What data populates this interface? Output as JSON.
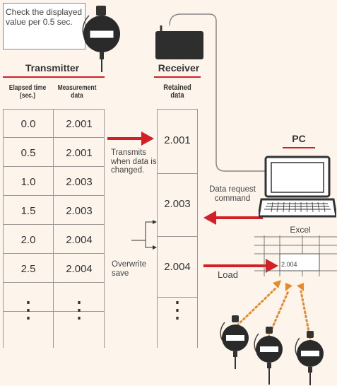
{
  "check_box": {
    "text": "Check the displayed value per 0.5 sec."
  },
  "transmitter": {
    "title": "Transmitter",
    "col_elapsed": "Elapsed time (sec.)",
    "col_measure": "Measurement data",
    "rows": [
      {
        "t": "0.0",
        "v": "2.001"
      },
      {
        "t": "0.5",
        "v": "2.001"
      },
      {
        "t": "1.0",
        "v": "2.003"
      },
      {
        "t": "1.5",
        "v": "2.003"
      },
      {
        "t": "2.0",
        "v": "2.004"
      },
      {
        "t": "2.5",
        "v": "2.004"
      }
    ],
    "ellipsis": "⋮"
  },
  "receiver": {
    "title": "Receiver",
    "col_retained": "Retained data",
    "values": [
      "2.001",
      "2.003",
      "2.004"
    ]
  },
  "annotations": {
    "transmits": "Transmits when data is changed.",
    "overwrite": "Overwrite save",
    "data_request": "Data request command",
    "load": "Load"
  },
  "pc": {
    "label": "PC"
  },
  "excel": {
    "label": "Excel",
    "cell_value": "2.004"
  },
  "colors": {
    "accent": "#d32027",
    "line": "#999999",
    "dots": "#e8892b",
    "background": "#fdf5ec"
  }
}
